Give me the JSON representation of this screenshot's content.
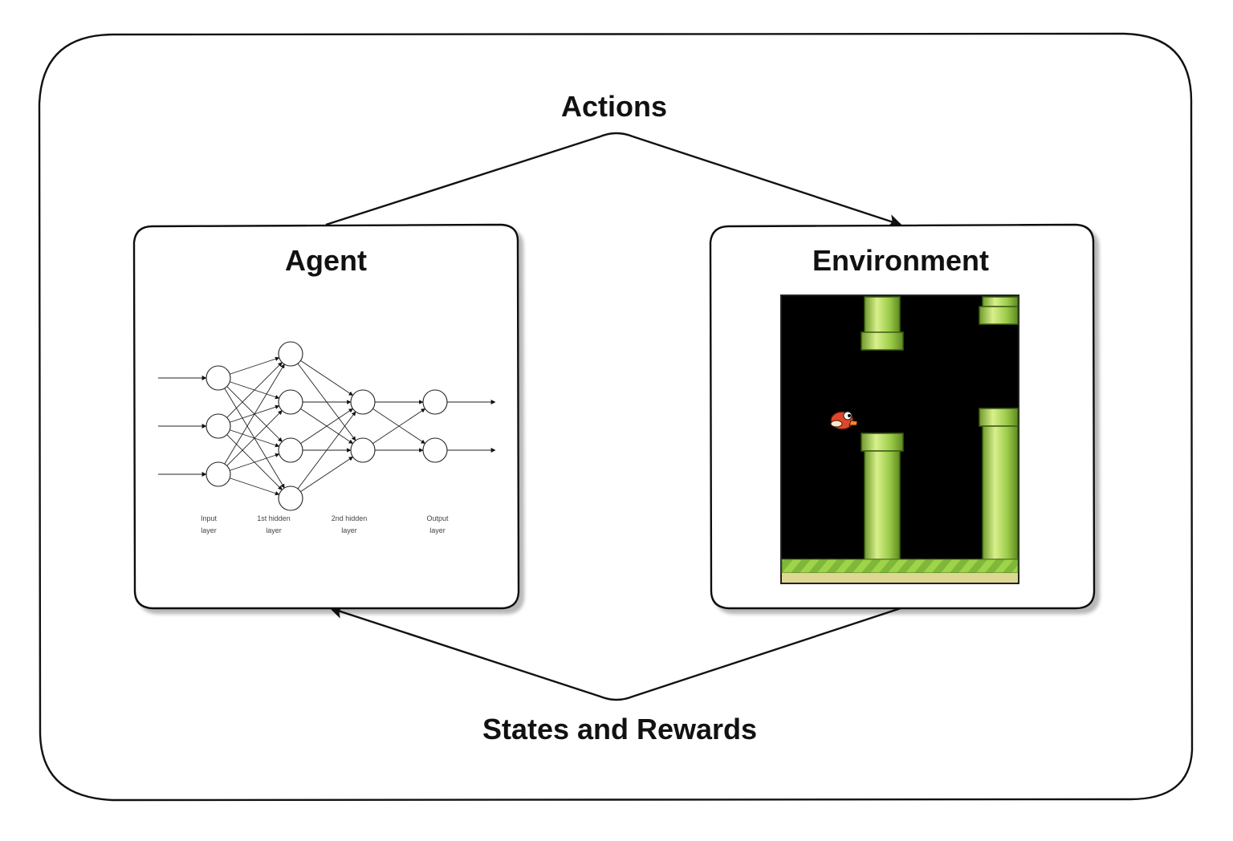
{
  "diagram": {
    "actions_label": "Actions",
    "feedback_label": "States and Rewards",
    "agent": {
      "title": "Agent",
      "network": {
        "layer_sizes": [
          3,
          4,
          2,
          2
        ],
        "layer_captions": [
          [
            "Input",
            "layer"
          ],
          [
            "1st hidden",
            "layer"
          ],
          [
            "2nd hidden",
            "layer"
          ],
          [
            "Output",
            "layer"
          ]
        ]
      }
    },
    "environment": {
      "title": "Environment"
    }
  },
  "colors": {
    "stroke": "#111111",
    "game_background": "#000000",
    "pipe_green": "#9ccc4a",
    "ground_stripe": "#9ed34a",
    "sand": "#ded895",
    "bird_red": "#e2462a"
  }
}
